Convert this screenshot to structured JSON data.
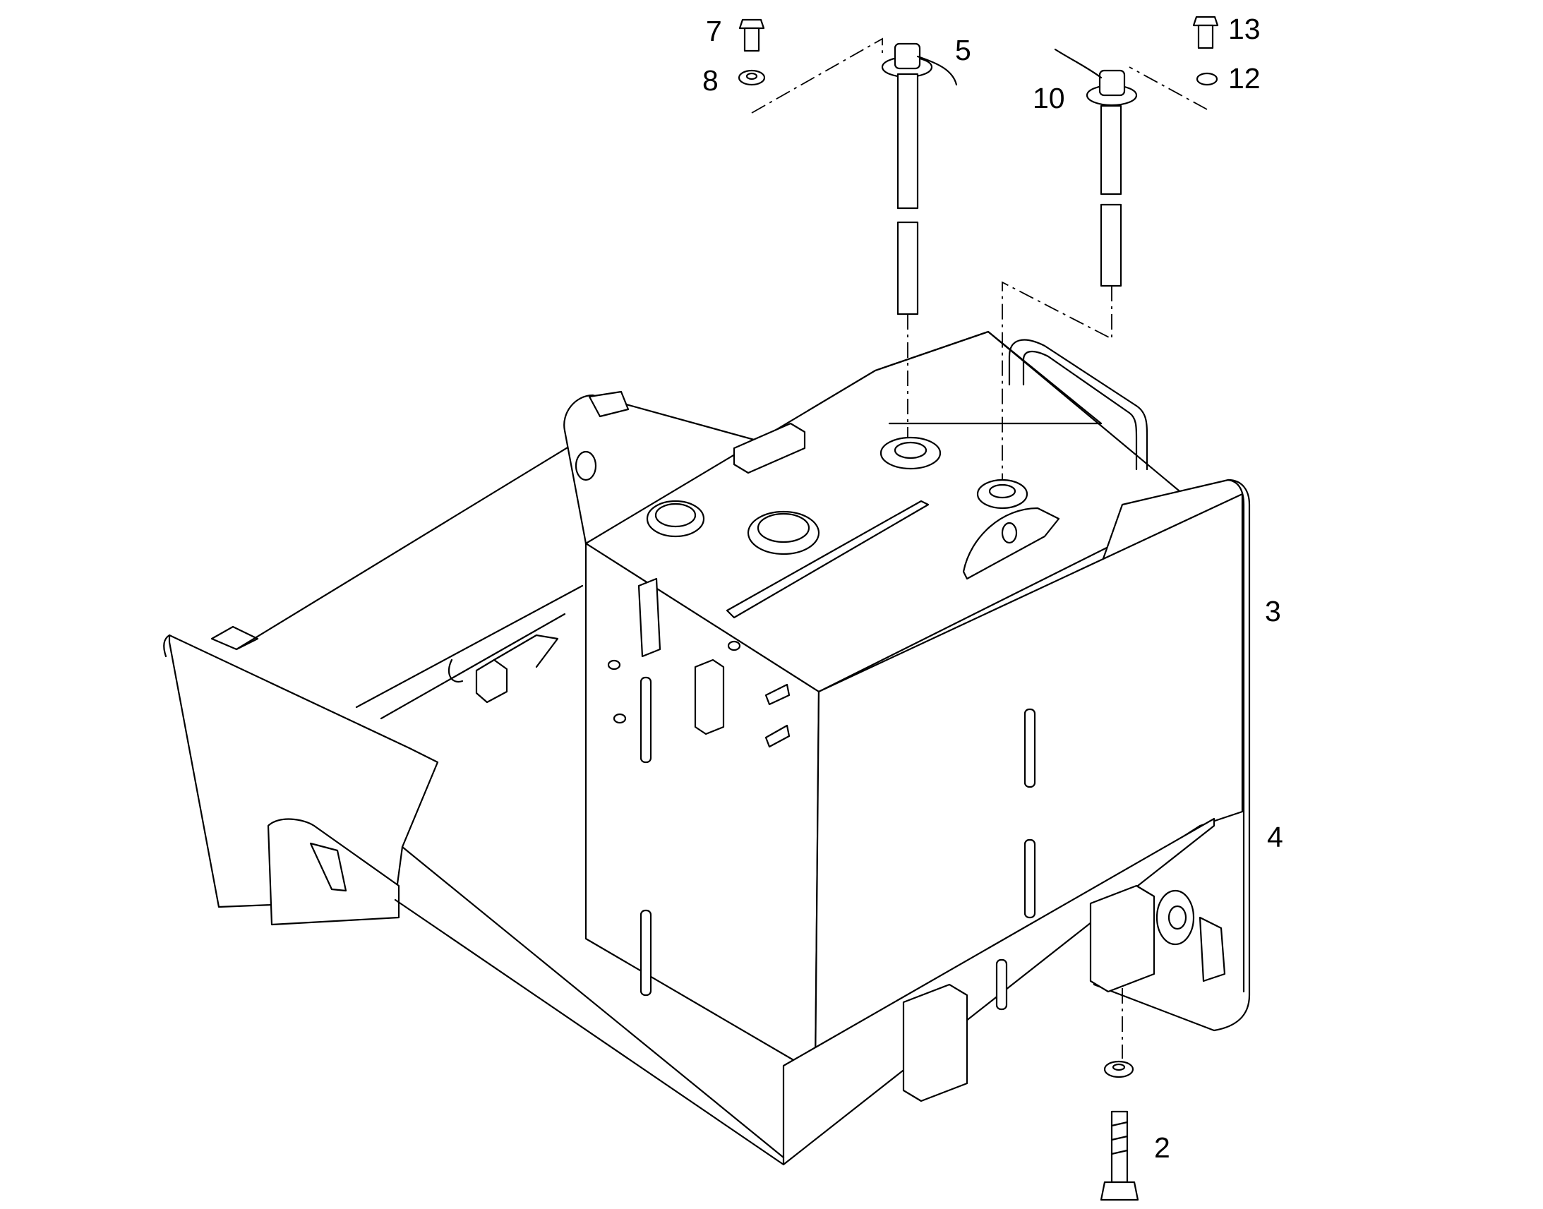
{
  "drawing": {
    "callouts": [
      {
        "id": "7",
        "label": "7"
      },
      {
        "id": "8",
        "label": "8"
      },
      {
        "id": "5",
        "label": "5"
      },
      {
        "id": "10",
        "label": "10"
      },
      {
        "id": "13",
        "label": "13"
      },
      {
        "id": "12",
        "label": "12"
      },
      {
        "id": "3",
        "label": "3"
      },
      {
        "id": "4",
        "label": "4"
      },
      {
        "id": "2",
        "label": "2"
      }
    ]
  }
}
